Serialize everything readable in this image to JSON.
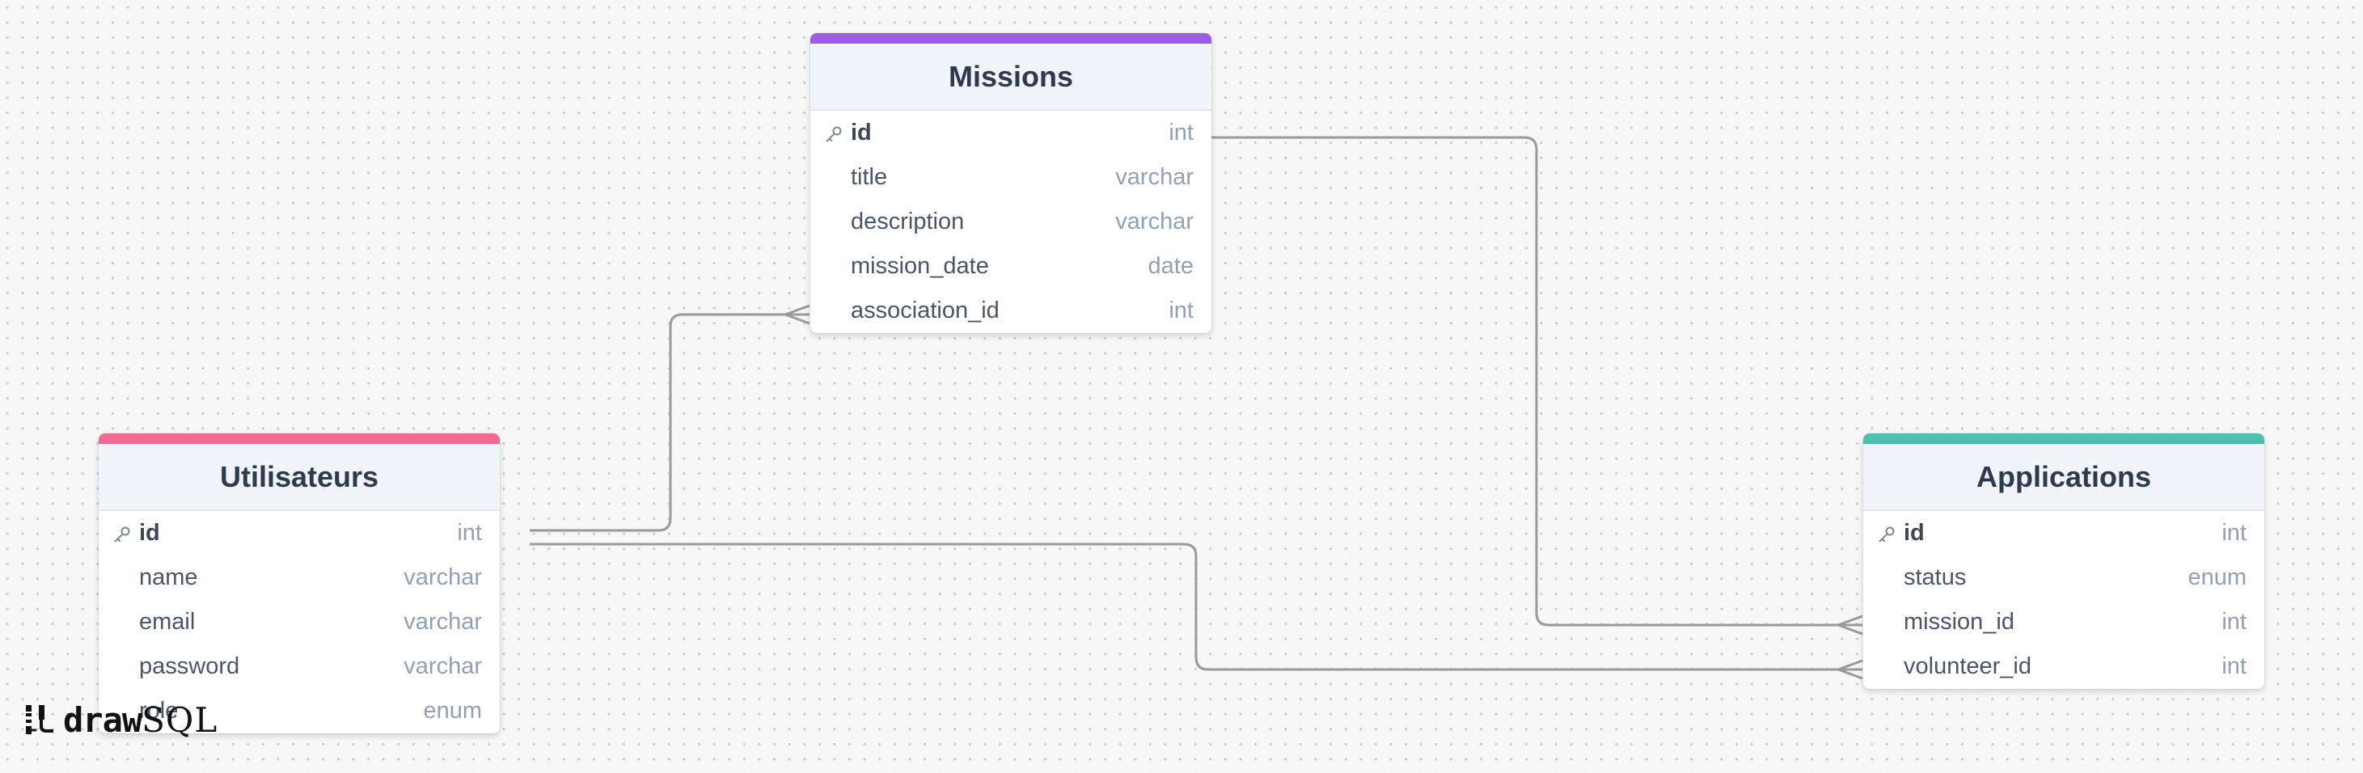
{
  "app": {
    "logo_draw": "draw",
    "logo_sql": "SQL"
  },
  "tables": {
    "missions": {
      "title": "Missions",
      "accent_color": "#9b5de5",
      "columns": [
        {
          "name": "id",
          "type": "int",
          "primary_key": true
        },
        {
          "name": "title",
          "type": "varchar",
          "primary_key": false
        },
        {
          "name": "description",
          "type": "varchar",
          "primary_key": false
        },
        {
          "name": "mission_date",
          "type": "date",
          "primary_key": false
        },
        {
          "name": "association_id",
          "type": "int",
          "primary_key": false
        }
      ]
    },
    "utilisateurs": {
      "title": "Utilisateurs",
      "accent_color": "#f06b93",
      "columns": [
        {
          "name": "id",
          "type": "int",
          "primary_key": true
        },
        {
          "name": "name",
          "type": "varchar",
          "primary_key": false
        },
        {
          "name": "email",
          "type": "varchar",
          "primary_key": false
        },
        {
          "name": "password",
          "type": "varchar",
          "primary_key": false
        },
        {
          "name": "role",
          "type": "enum",
          "primary_key": false
        }
      ]
    },
    "applications": {
      "title": "Applications",
      "accent_color": "#4dbfae",
      "columns": [
        {
          "name": "id",
          "type": "int",
          "primary_key": true
        },
        {
          "name": "status",
          "type": "enum",
          "primary_key": false
        },
        {
          "name": "mission_id",
          "type": "int",
          "primary_key": false
        },
        {
          "name": "volunteer_id",
          "type": "int",
          "primary_key": false
        }
      ]
    }
  },
  "relationships": [
    {
      "from": "Utilisateurs.id",
      "to": "Missions.association_id",
      "cardinality": "one-to-many"
    },
    {
      "from": "Utilisateurs.id",
      "to": "Applications.volunteer_id",
      "cardinality": "one-to-many"
    },
    {
      "from": "Missions.id",
      "to": "Applications.mission_id",
      "cardinality": "one-to-many"
    }
  ],
  "colors": {
    "connector": "#9a9a9a",
    "key_icon": "#7c8797"
  }
}
